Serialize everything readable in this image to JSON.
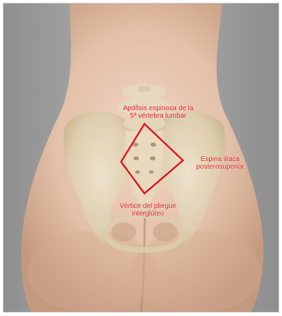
{
  "labels": {
    "l5_spinous_line1": "Apófisis espinosa de la",
    "l5_spinous_line2": "5ª vértebra lumbar",
    "psis_line1": "Espina ilíaca",
    "psis_line2": "posterosuperior",
    "gluteal_line1": "Vértice del pliegue",
    "gluteal_line2": "interglúteo"
  },
  "colors": {
    "annotation_red": "#d91a1a",
    "skin": "#e8c9b4",
    "bone": "#e6dcc2",
    "backdrop": "#9a9a9a"
  }
}
